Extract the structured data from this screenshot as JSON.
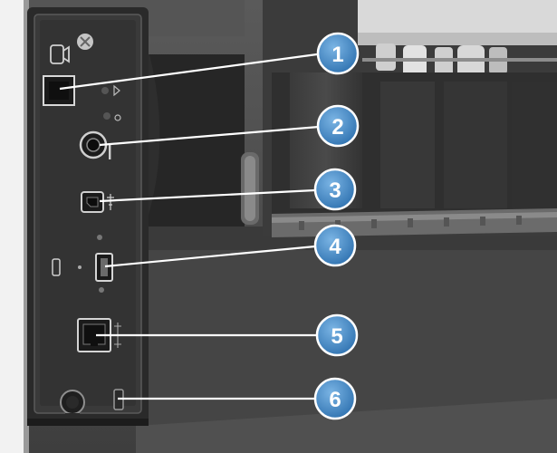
{
  "diagram": {
    "callouts": [
      {
        "id": "1",
        "label": "1"
      },
      {
        "id": "2",
        "label": "2"
      },
      {
        "id": "3",
        "label": "3"
      },
      {
        "id": "4",
        "label": "4"
      },
      {
        "id": "5",
        "label": "5"
      },
      {
        "id": "6",
        "label": "6"
      }
    ],
    "colors": {
      "callout_fill": "#4a8fc8",
      "callout_stroke": "#ffffff",
      "leader_line": "#ffffff",
      "panel": "#3a3a3a",
      "printer_body": "#4c4c4c"
    }
  }
}
